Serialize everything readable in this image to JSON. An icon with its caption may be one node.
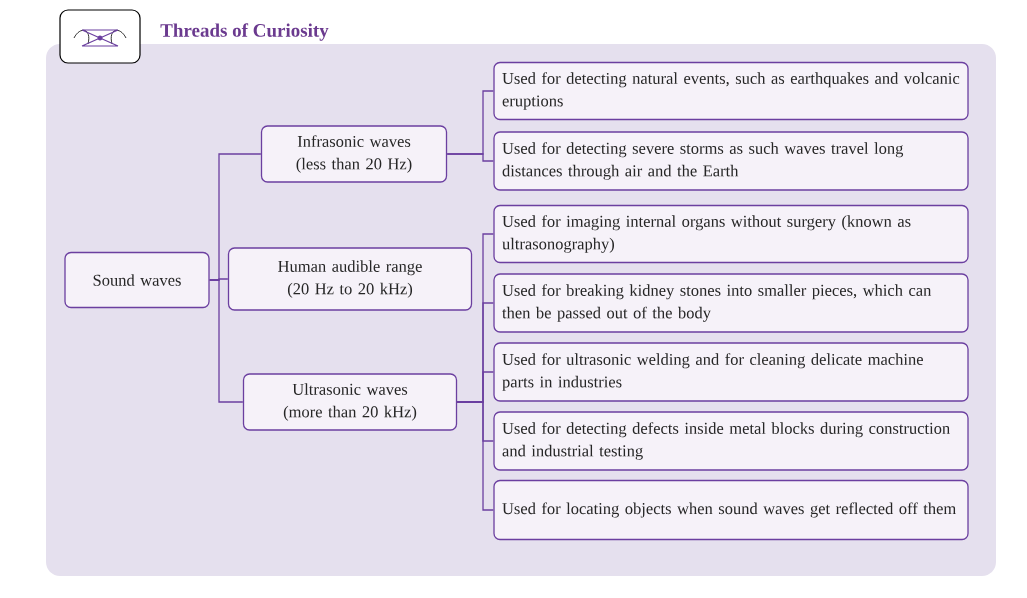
{
  "diagram": {
    "title": "Threads of Curiosity",
    "nodes": [
      {
        "text": [
          "Sound waves"
        ]
      },
      {
        "text": [
          "Infrasonic waves (less than 20 Hz)"
        ]
      },
      {
        "text": [
          "Human audible range (20 Hz to 20 kHz)"
        ]
      },
      {
        "text": [
          "Ultrasonic waves (more than 20 kHz)"
        ]
      },
      {
        "text": [
          "Used for detecting natural events, such as earthquakes and volcanic eruptions"
        ]
      },
      {
        "text": [
          "Used for detecting severe storms as such waves travel long distances through air and the Earth"
        ]
      },
      {
        "text": [
          "Used for imaging internal organs without surgery (known as ultrasonography)"
        ]
      },
      {
        "text": [
          "Used for breaking kidney stones into smaller pieces, which can then be passed out of the body"
        ]
      },
      {
        "text": [
          "Used for ultrasonic welding and for cleaning delicate machine parts in industries"
        ]
      },
      {
        "text": [
          "Used for detecting defects inside metal blocks during construction and industrial testing"
        ]
      },
      {
        "text": [
          "Used for locating objects when sound waves get reflected off them"
        ]
      }
    ],
    "edges": [
      {
        "from": 0,
        "to": 1,
        "arrow": "none"
      },
      {
        "from": 0,
        "to": 2,
        "arrow": "none"
      },
      {
        "from": 0,
        "to": 3,
        "arrow": "none"
      },
      {
        "from": 1,
        "to": 4,
        "arrow": "none"
      },
      {
        "from": 1,
        "to": 5,
        "arrow": "none"
      },
      {
        "from": 3,
        "to": 6,
        "arrow": "none"
      },
      {
        "from": 3,
        "to": 7,
        "arrow": "none"
      },
      {
        "from": 3,
        "to": 8,
        "arrow": "none"
      },
      {
        "from": 3,
        "to": 9,
        "arrow": "none"
      },
      {
        "from": 3,
        "to": 10,
        "arrow": "none"
      }
    ]
  }
}
